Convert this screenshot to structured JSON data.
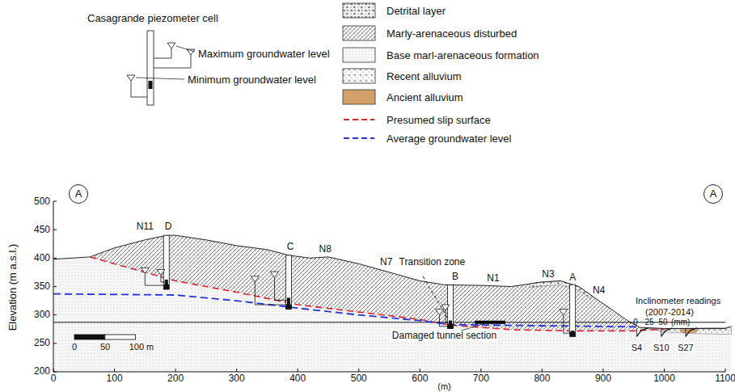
{
  "diagram": {
    "nodes": [
      {
        "text": [
          "A"
        ]
      },
      {
        "text": [
          "A"
        ]
      }
    ],
    "labels": [
      "Casagrande piezometer cell",
      "Maximum groundwater level",
      "Minimum groundwater level",
      "500",
      "450",
      "400",
      "350",
      "300",
      "250",
      "200",
      "Elevation (m a.s.l.)",
      "0",
      "100",
      "200",
      "300",
      "400",
      "500",
      "600",
      "700",
      "800",
      "900",
      "1000",
      "1100",
      "(m)",
      "N11",
      "D",
      "C",
      "N8",
      "Transition zone",
      "N7",
      "B",
      "N1",
      "N3",
      "A",
      "N4",
      "Damaged tunnel section",
      "Inclinometer readings",
      "(2007-2014)",
      "0",
      "25",
      "50",
      "(mm)",
      "S4",
      "S10",
      "S27",
      "0",
      "50",
      "100 m"
    ],
    "legend": [
      {
        "text": "Detrital layer"
      },
      {
        "text": "Marly-arenaceous disturbed"
      },
      {
        "text": "Base marl-arenaceous formation"
      },
      {
        "text": "Recent alluvium"
      },
      {
        "text": "Ancient alluvium",
        "color": "#d4a06a"
      },
      {
        "text": "Presumed slip surface"
      },
      {
        "text": "Average groundwater level"
      }
    ]
  }
}
